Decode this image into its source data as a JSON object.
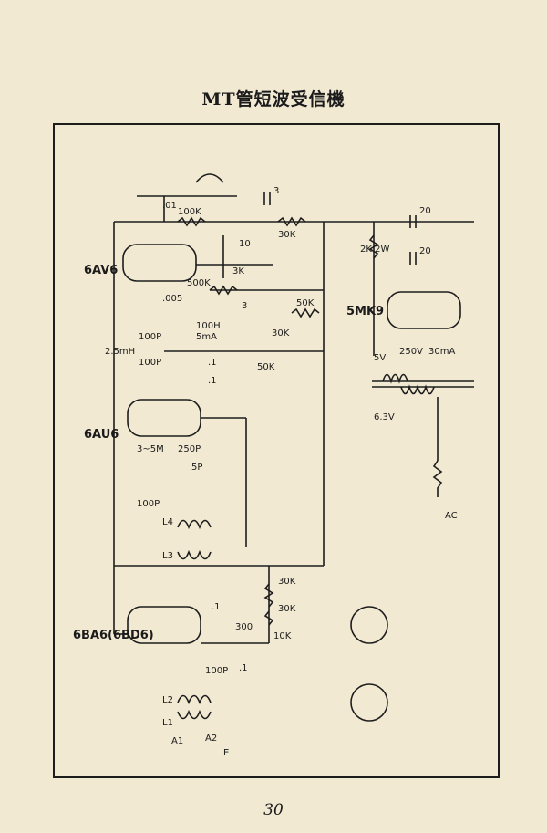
{
  "title": "MT管短波受信機",
  "page_number": "30",
  "tubes": {
    "t1": "6AV6",
    "t2": "6AU6",
    "t3": "6BA6(6BD6)",
    "rect": "5MK9"
  },
  "components": {
    "c01": ".01",
    "r100k": "100K",
    "c3a": "3",
    "r30k_top": "30K",
    "c20a": "20",
    "r2k": "2K 2W",
    "c20b": "20",
    "c10": "10",
    "r3k": "3K",
    "r500k": "500K",
    "c005": ".005",
    "c3b": "3",
    "r50k": "50K",
    "l100h": "100H",
    "l5ma": "5mA",
    "r30k_vr": "30K",
    "c100p_a": "100P",
    "l25mh": "2.5mH",
    "c100p_b": "100P",
    "c01_a": ".1",
    "c01_b": ".1",
    "r50k_b": "50K",
    "v5": "5V",
    "v250": "250V",
    "ma30": "30mA",
    "v63": "6.3V",
    "r35m": "3~5M",
    "c250p": "250P",
    "c5p": "5P",
    "c100p_c": "100P",
    "l4": "L4",
    "l3": "L3",
    "r30k_c": "30K",
    "r30k_d": "30K",
    "r300": "300",
    "r10k": "10K",
    "c01_c": ".1",
    "c01_d": ".1",
    "c100p_d": "100P",
    "l2": "L2",
    "l1": "L1",
    "a1": "A1",
    "a2": "A2",
    "e": "E",
    "ac": "AC"
  }
}
